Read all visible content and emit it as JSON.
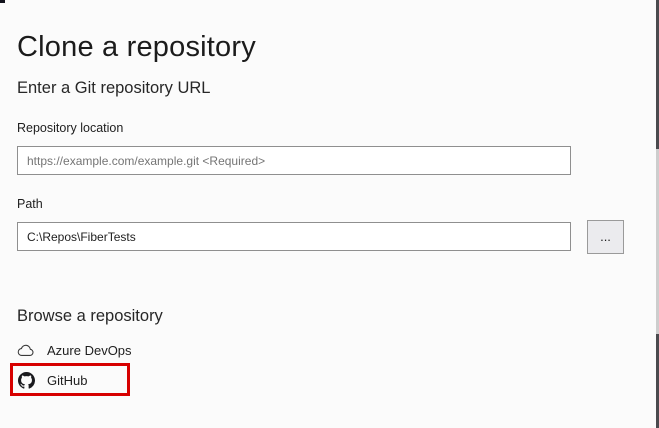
{
  "page": {
    "title": "Clone a repository"
  },
  "url_section": {
    "heading": "Enter a Git repository URL",
    "repository_location": {
      "label": "Repository location",
      "placeholder": "https://example.com/example.git <Required>",
      "value": ""
    },
    "path": {
      "label": "Path",
      "value": "C:\\Repos\\FiberTests"
    },
    "browse_path_button": "..."
  },
  "browse_section": {
    "heading": "Browse a repository",
    "providers": [
      {
        "label": "Azure DevOps",
        "icon": "cloud-icon"
      },
      {
        "label": "GitHub",
        "icon": "github-icon",
        "highlighted": true
      }
    ]
  },
  "colors": {
    "background": "#fbfbfb",
    "highlight_box": "#d70000",
    "input_border": "#8f8f8f",
    "placeholder_text": "#757575",
    "button_background": "#ebebee",
    "scrollbar_track": "#4a4a4e",
    "scrollbar_thumb": "#cdcdcd"
  }
}
